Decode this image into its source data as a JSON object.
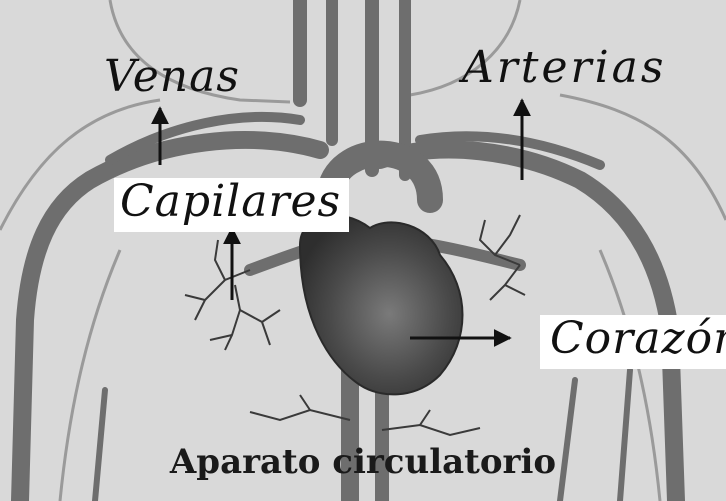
{
  "labels": {
    "venas": "Venas",
    "arterias": "Arterias",
    "capilares": "Capilares",
    "corazon": "Corazón"
  },
  "caption": "Aparato circulatorio",
  "colors": {
    "background": "#d9d9d9",
    "vessel": "#6e6e6e",
    "heart": "#3f3f3f",
    "ink": "#111111"
  }
}
